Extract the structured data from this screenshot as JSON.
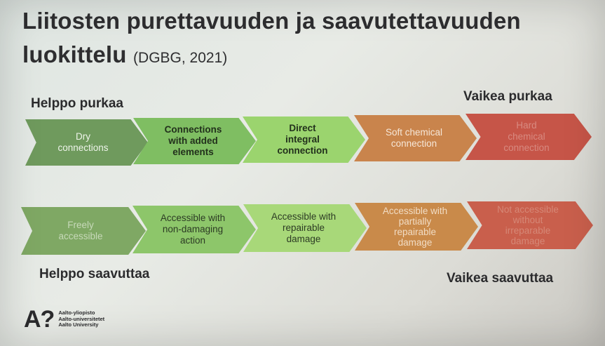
{
  "slide": {
    "title": "Liitosten purettavuuden ja saavutettavuuden luokittelu",
    "title_source": "(DGBG, 2021)"
  },
  "labels": {
    "top_left": "Helppo purkaa",
    "top_right": "Vaikea purkaa",
    "bottom_left": "Helppo saavuttaa",
    "bottom_right": "Vaikea saavuttaa"
  },
  "row1": [
    {
      "lines": [
        "Dry",
        "connections"
      ]
    },
    {
      "lines": [
        "Connections",
        "with added",
        "elements"
      ]
    },
    {
      "lines": [
        "Direct",
        "integral",
        "connection"
      ]
    },
    {
      "lines": [
        "Soft chemical",
        "connection"
      ]
    },
    {
      "lines": [
        "Hard",
        "chemical",
        "connection"
      ]
    }
  ],
  "row2": [
    {
      "lines": [
        "Freely",
        "accessible"
      ]
    },
    {
      "lines": [
        "Accessible with",
        "non-damaging",
        "action"
      ]
    },
    {
      "lines": [
        "Accessible with",
        "repairable",
        "damage"
      ]
    },
    {
      "lines": [
        "Accessible with",
        "partially",
        "repairable",
        "damage"
      ]
    },
    {
      "lines": [
        "Not accessible",
        "without",
        "irreparable",
        "damage"
      ]
    }
  ],
  "logo": {
    "mark": "A?",
    "lines": [
      "Aalto-yliopisto",
      "Aalto-universitetet",
      "Aalto University"
    ]
  },
  "colors": {
    "dark_green": "#6f9a5d",
    "medium_green": "#7fbe62",
    "light_green": "#9bd46e",
    "orange": "#c9844c",
    "red": "#c65548"
  }
}
